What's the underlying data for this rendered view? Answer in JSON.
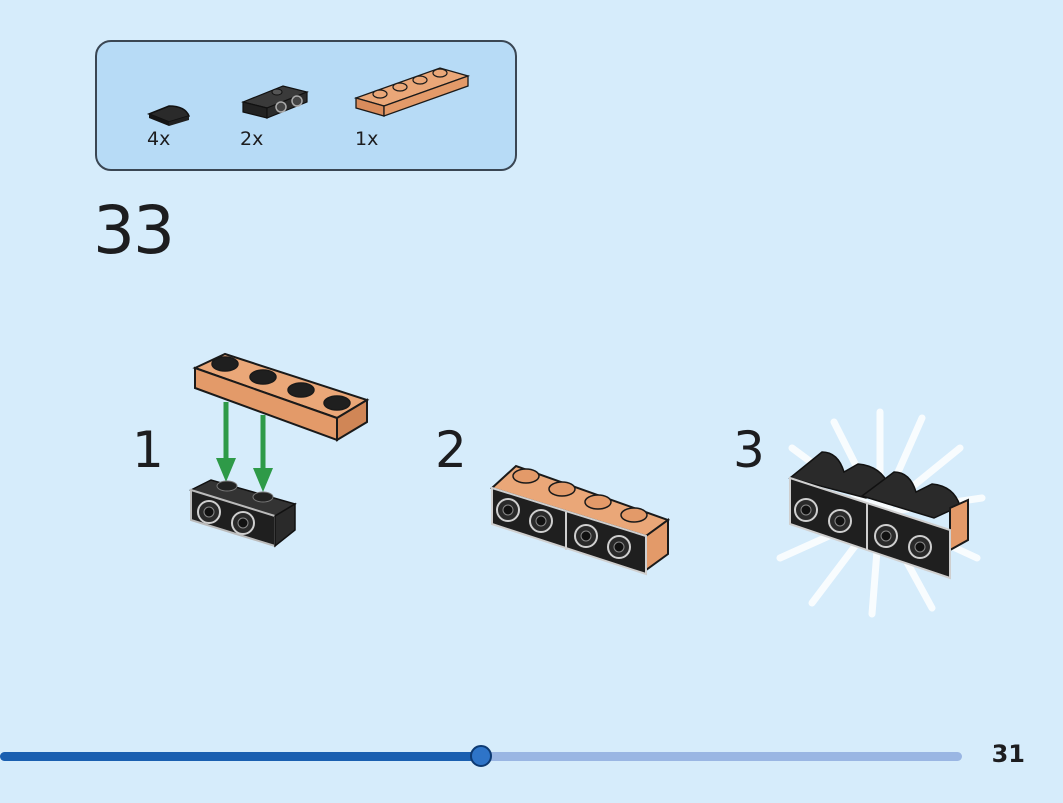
{
  "parts_list": {
    "items": [
      {
        "icon": "quarter-round-tile-black-icon",
        "count": "4x",
        "color": "#1f1f1f"
      },
      {
        "icon": "bracket-plate-black-icon",
        "count": "2x",
        "color": "#1f1f1f"
      },
      {
        "icon": "plate-1x4-nougat-icon",
        "count": "1x",
        "color": "#e9a273"
      }
    ]
  },
  "step": {
    "number": "33"
  },
  "sub_steps": [
    {
      "label": "1"
    },
    {
      "label": "2"
    },
    {
      "label": "3"
    }
  ],
  "colors": {
    "background": "#d6ecfb",
    "parts_box": "#b7dbf6",
    "brick_black": "#1f1f1f",
    "brick_nougat": "#e9a273",
    "arrow_green": "#2e9a48",
    "progress_done": "#1a5fb0",
    "progress_todo": "#9ab6e3"
  },
  "progress": {
    "fraction": 0.5
  },
  "page": {
    "number": "31"
  }
}
